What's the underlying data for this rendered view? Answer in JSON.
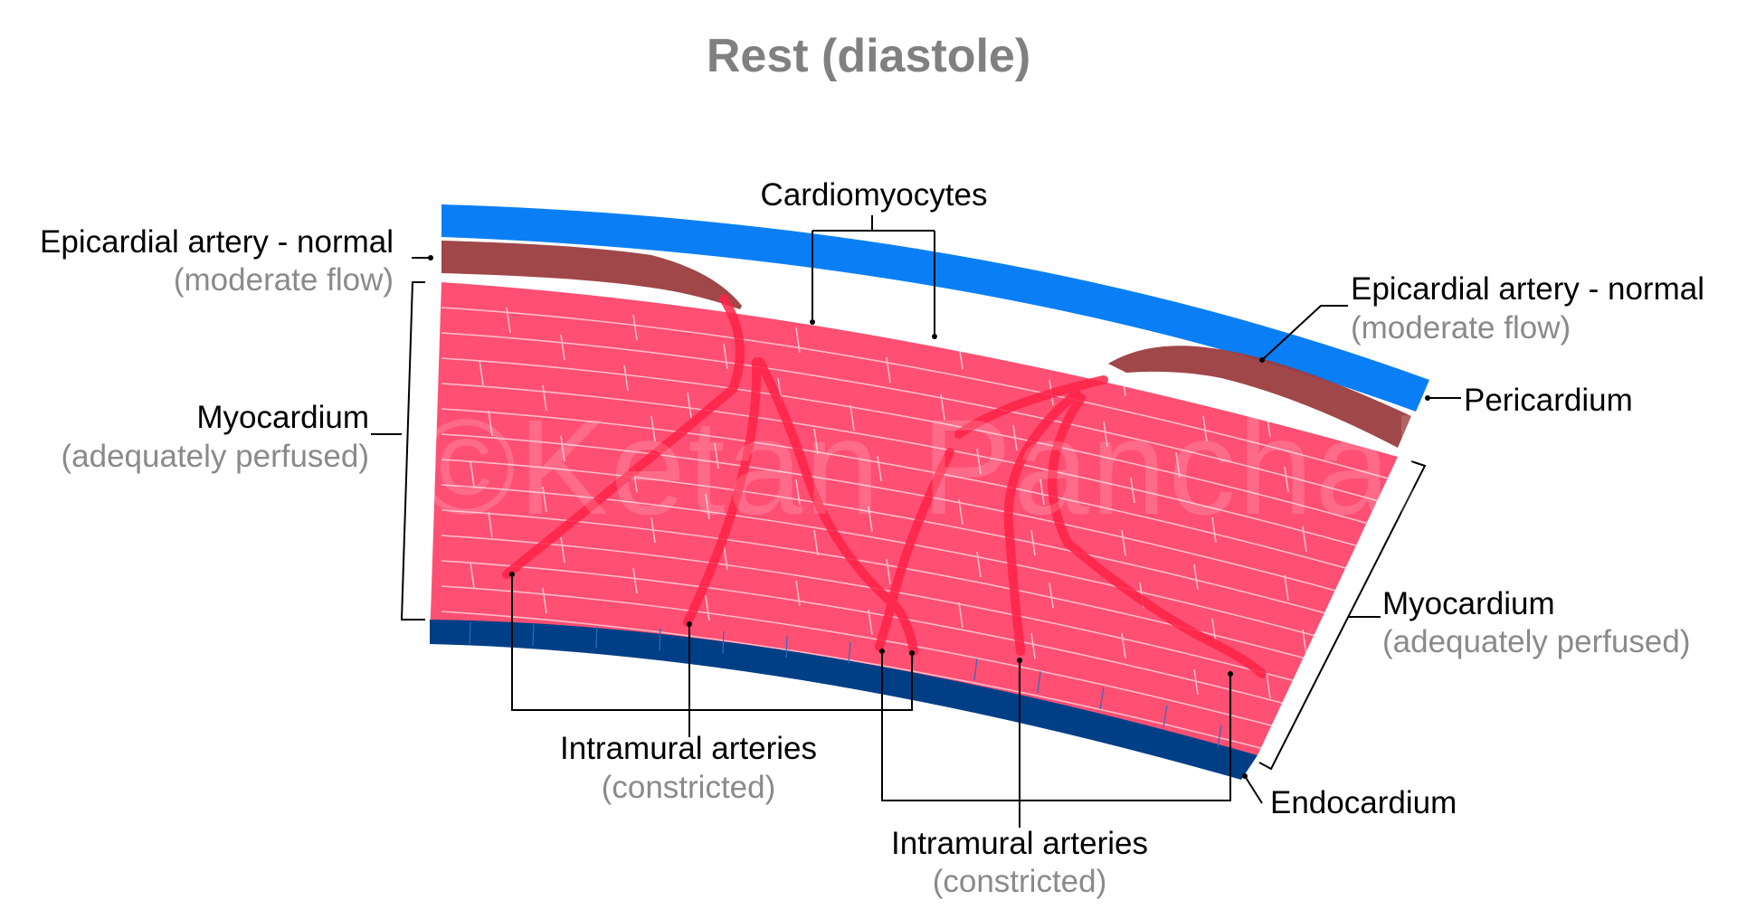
{
  "title": "Rest (diastole)",
  "watermark": "©Ketan Panchal",
  "labels": {
    "epicardial_left": {
      "main": "Epicardial artery - normal",
      "sub": "(moderate flow)"
    },
    "epicardial_right": {
      "main": "Epicardial artery - normal",
      "sub": "(moderate flow)"
    },
    "cardiomyocytes": {
      "main": "Cardiomyocytes"
    },
    "pericardium": {
      "main": "Pericardium"
    },
    "myocardium_left": {
      "main": "Myocardium",
      "sub": "(adequately perfused)"
    },
    "myocardium_right": {
      "main": "Myocardium",
      "sub": "(adequately perfused)"
    },
    "intramural_left": {
      "main": "Intramural arteries",
      "sub": "(constricted)"
    },
    "intramural_right": {
      "main": "Intramural arteries",
      "sub": "(constricted)"
    },
    "endocardium": {
      "main": "Endocardium"
    }
  },
  "colors": {
    "pericardium": "#0a7ff5",
    "epicardial_artery": "#9b3d3f",
    "myocardium": "#ff4f73",
    "endocardium": "#003f86",
    "intramural_artery": "#ff2247",
    "muscle_lines": "#ffd0da",
    "title": "#808080",
    "sublabel": "#8a8a8a"
  }
}
